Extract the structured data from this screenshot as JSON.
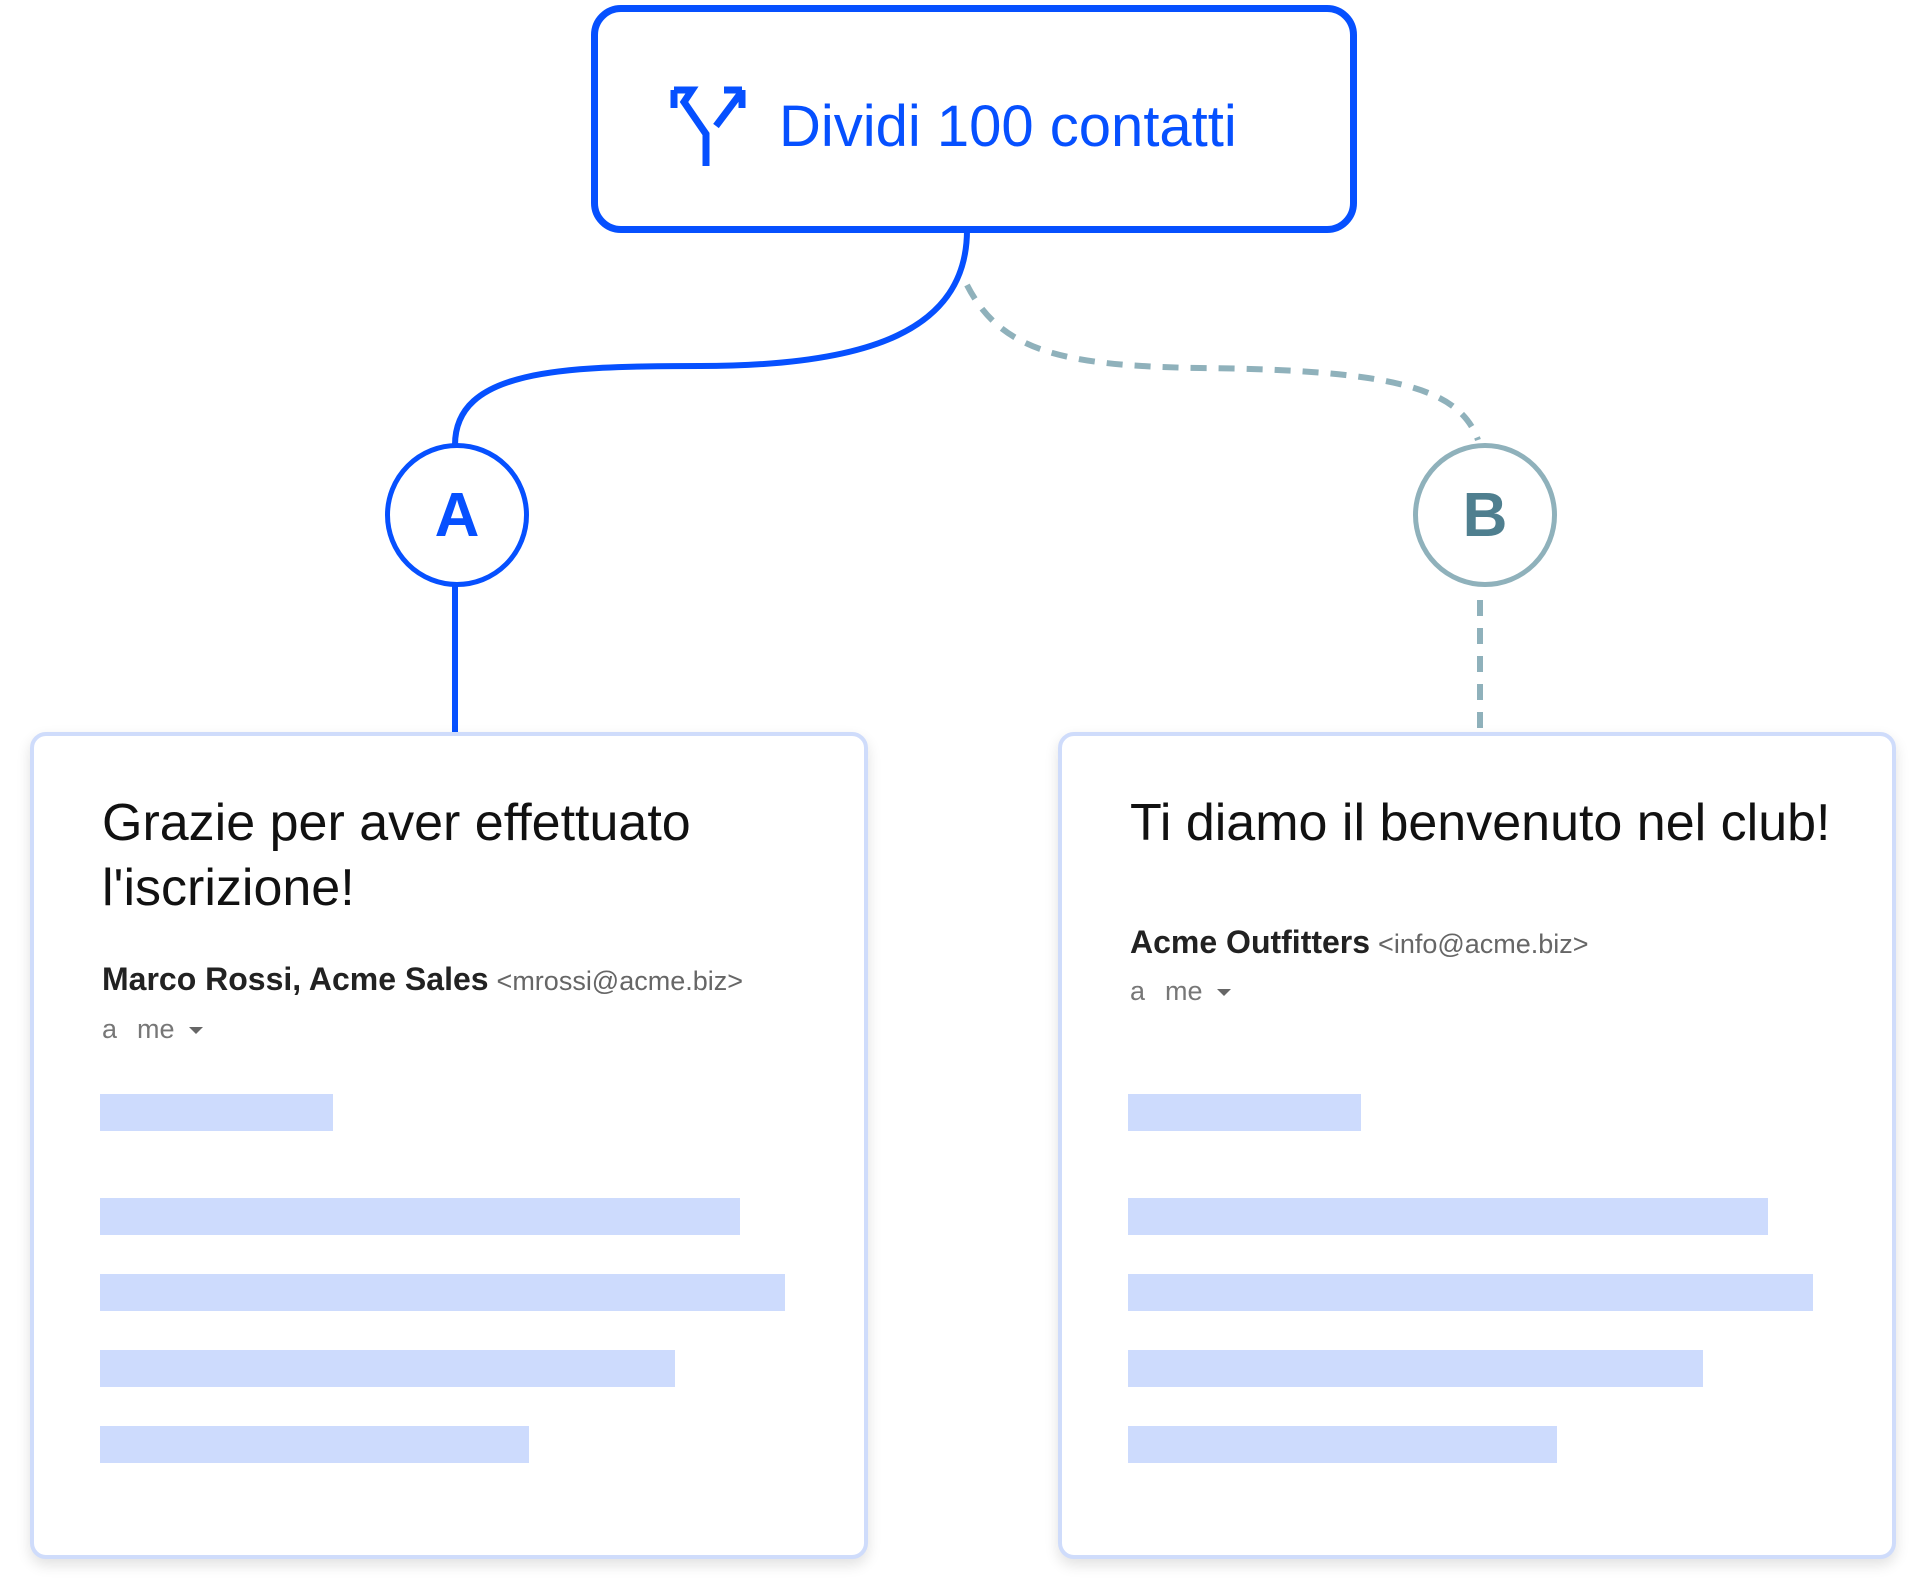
{
  "split": {
    "label": "Dividi 100 contatti",
    "icon": "split-arrows-icon"
  },
  "branches": [
    {
      "letter": "A",
      "color": "#0650ff",
      "title": "Grazie per aver effettuato l'iscrizione!",
      "sender_name": "Marco Rossi, Acme Sales",
      "sender_email": "<mrossi@acme.biz>",
      "to_prefix": "a",
      "to_value": "me"
    },
    {
      "letter": "B",
      "color": "#8fb1bb",
      "title": "Ti diamo il benvenuto nel club!",
      "sender_name": "Acme Outfitters",
      "sender_email": "<info@acme.biz>",
      "to_prefix": "a",
      "to_value": "me"
    }
  ],
  "colors": {
    "accent": "#0650ff",
    "muted": "#8fb1bb",
    "placeholder": "#cddbfd"
  }
}
